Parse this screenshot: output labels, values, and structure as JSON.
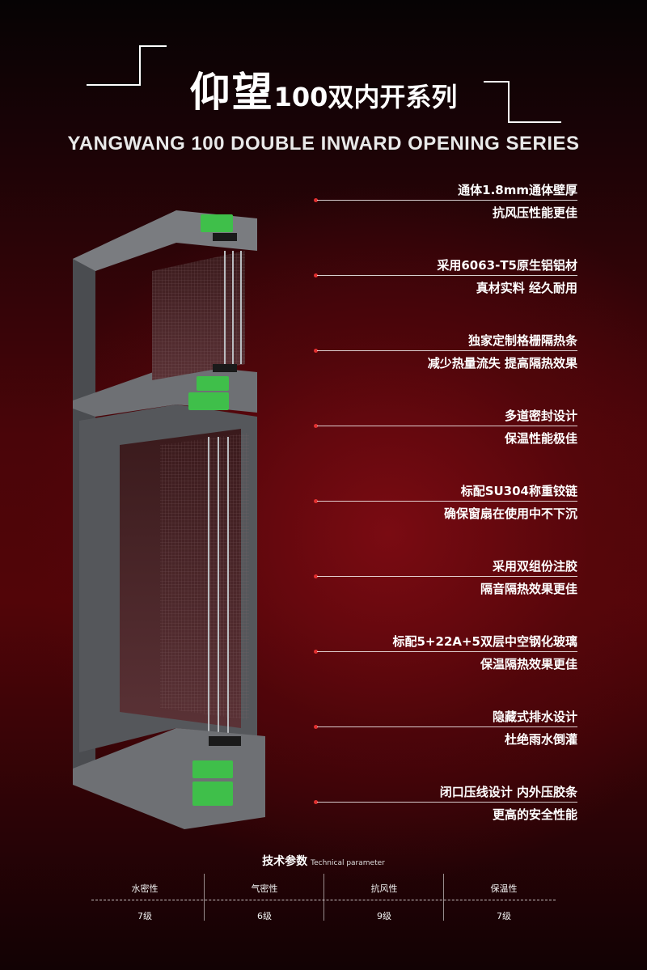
{
  "title": {
    "cn_big": "仰望",
    "cn_rest": "100双内开系列",
    "en": "YANGWANG 100 DOUBLE INWARD OPENING SERIES"
  },
  "features": [
    {
      "line1": "通体1.8mm通体壁厚",
      "line2": "抗风压性能更佳"
    },
    {
      "line1": "采用6063-T5原生铝铝材",
      "line2": "真材实料 经久耐用"
    },
    {
      "line1": "独家定制格栅隔热条",
      "line2": "减少热量流失 提高隔热效果"
    },
    {
      "line1": "多道密封设计",
      "line2": "保温性能极佳"
    },
    {
      "line1": "标配SU304称重铰链",
      "line2": "确保窗扇在使用中不下沉"
    },
    {
      "line1": "采用双组份注胶",
      "line2": "隔音隔热效果更佳"
    },
    {
      "line1": "标配5+22A+5双层中空钢化玻璃",
      "line2": "保温隔热效果更佳"
    },
    {
      "line1": "隐藏式排水设计",
      "line2": "杜绝雨水倒灌"
    },
    {
      "line1": "闭口压线设计 内外压胶条",
      "line2": "更高的安全性能"
    }
  ],
  "params": {
    "title_cn": "技术参数",
    "title_en": "Technical parameter",
    "items": [
      {
        "name": "水密性",
        "value": "7级"
      },
      {
        "name": "气密性",
        "value": "6级"
      },
      {
        "name": "抗风性",
        "value": "9级"
      },
      {
        "name": "保温性",
        "value": "7级"
      }
    ]
  },
  "colors": {
    "accent_dot": "#e03030",
    "profile_gray": "#5a5c60",
    "thermal_green": "#3fbf4a"
  }
}
